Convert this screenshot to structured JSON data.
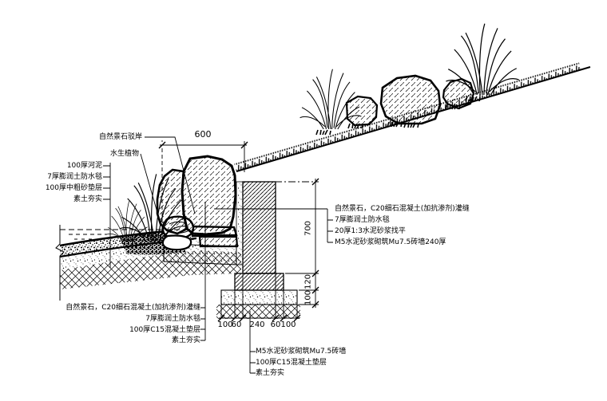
{
  "colors": {
    "ink": "#000000",
    "paper": "#ffffff"
  },
  "callouts": {
    "embankment": "自然景石驳岸",
    "aquatic_plants": "水生植物",
    "left_layers": [
      "100厚河泥",
      "7厚膨润土防水毯",
      "100厚中粗砂垫层",
      "素土夯实"
    ],
    "right_layers": [
      "自然景石，C20细石混凝土(加抗渗剂)灌缝",
      "7厚膨润土防水毯",
      "20厚1:3水泥砂浆找平",
      "M5水泥砂浆砌筑Mu7.5砖墙240厚"
    ],
    "bottom_left_layers": [
      "自然景石，C20细石混凝土(加抗渗剂)灌缝",
      "7厚膨润土防水毯",
      "100厚C15混凝土垫层",
      "素土夯实"
    ],
    "bottom_center_layers": [
      "M5水泥砂浆砌筑Mu7.5砖墙",
      "100厚C15混凝土垫层",
      "素土夯实"
    ]
  },
  "dimensions": {
    "top_width": "600",
    "wall_height": "700",
    "footing_height": "120",
    "cushion_height": "100",
    "bottom_widths": [
      "100",
      "60",
      "240",
      "60",
      "100"
    ]
  }
}
